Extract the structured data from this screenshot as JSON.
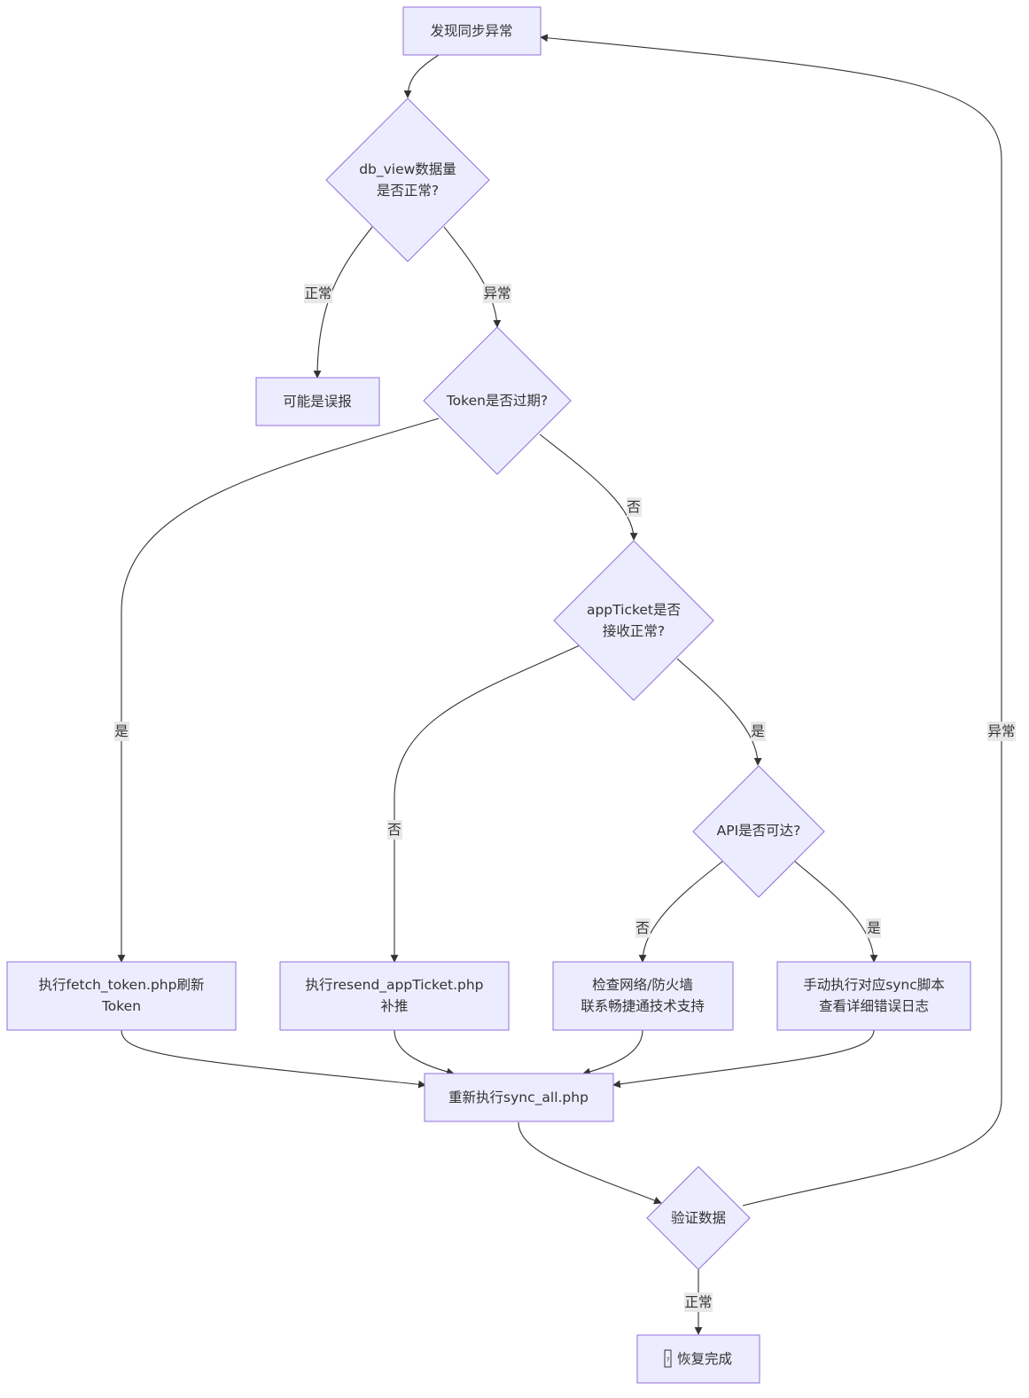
{
  "nodes": {
    "start": {
      "lines": [
        "发现同步异常"
      ]
    },
    "dbview_check": {
      "lines": [
        "db_view数据量",
        "是否正常?"
      ]
    },
    "false_alarm": {
      "lines": [
        "可能是误报"
      ]
    },
    "token_check": {
      "lines": [
        "Token是否过期?"
      ]
    },
    "appticket_check": {
      "lines": [
        "appTicket是否",
        "接收正常?"
      ]
    },
    "api_check": {
      "lines": [
        "API是否可达?"
      ]
    },
    "fetch_token": {
      "lines": [
        "执行fetch_token.php刷新",
        "Token"
      ]
    },
    "resend_appticket": {
      "lines": [
        "执行resend_appTicket.php",
        "补推"
      ]
    },
    "check_network": {
      "lines": [
        "检查网络/防火墙",
        "联系畅捷通技术支持"
      ]
    },
    "manual_sync": {
      "lines": [
        "手动执行对应sync脚本",
        "查看详细错误日志"
      ]
    },
    "rerun_sync": {
      "lines": [
        "重新执行sync_all.php"
      ]
    },
    "verify": {
      "lines": [
        "验证数据"
      ]
    },
    "done": {
      "lines": [
        "恢复完成"
      ],
      "icon": "missing-glyph-icon"
    }
  },
  "edges": {
    "dbview_normal": {
      "label": "正常"
    },
    "dbview_abnormal": {
      "label": "异常"
    },
    "token_yes": {
      "label": "是"
    },
    "token_no": {
      "label": "否"
    },
    "appticket_no": {
      "label": "否"
    },
    "appticket_yes": {
      "label": "是"
    },
    "api_no": {
      "label": "否"
    },
    "api_yes": {
      "label": "是"
    },
    "verify_normal": {
      "label": "正常"
    },
    "verify_abnormal": {
      "label": "异常"
    }
  },
  "colors": {
    "node_fill": "#ECECFF",
    "node_stroke": "#9370DB",
    "edge": "#333333",
    "label_bg": "#e8e8e8",
    "text": "#333333"
  }
}
